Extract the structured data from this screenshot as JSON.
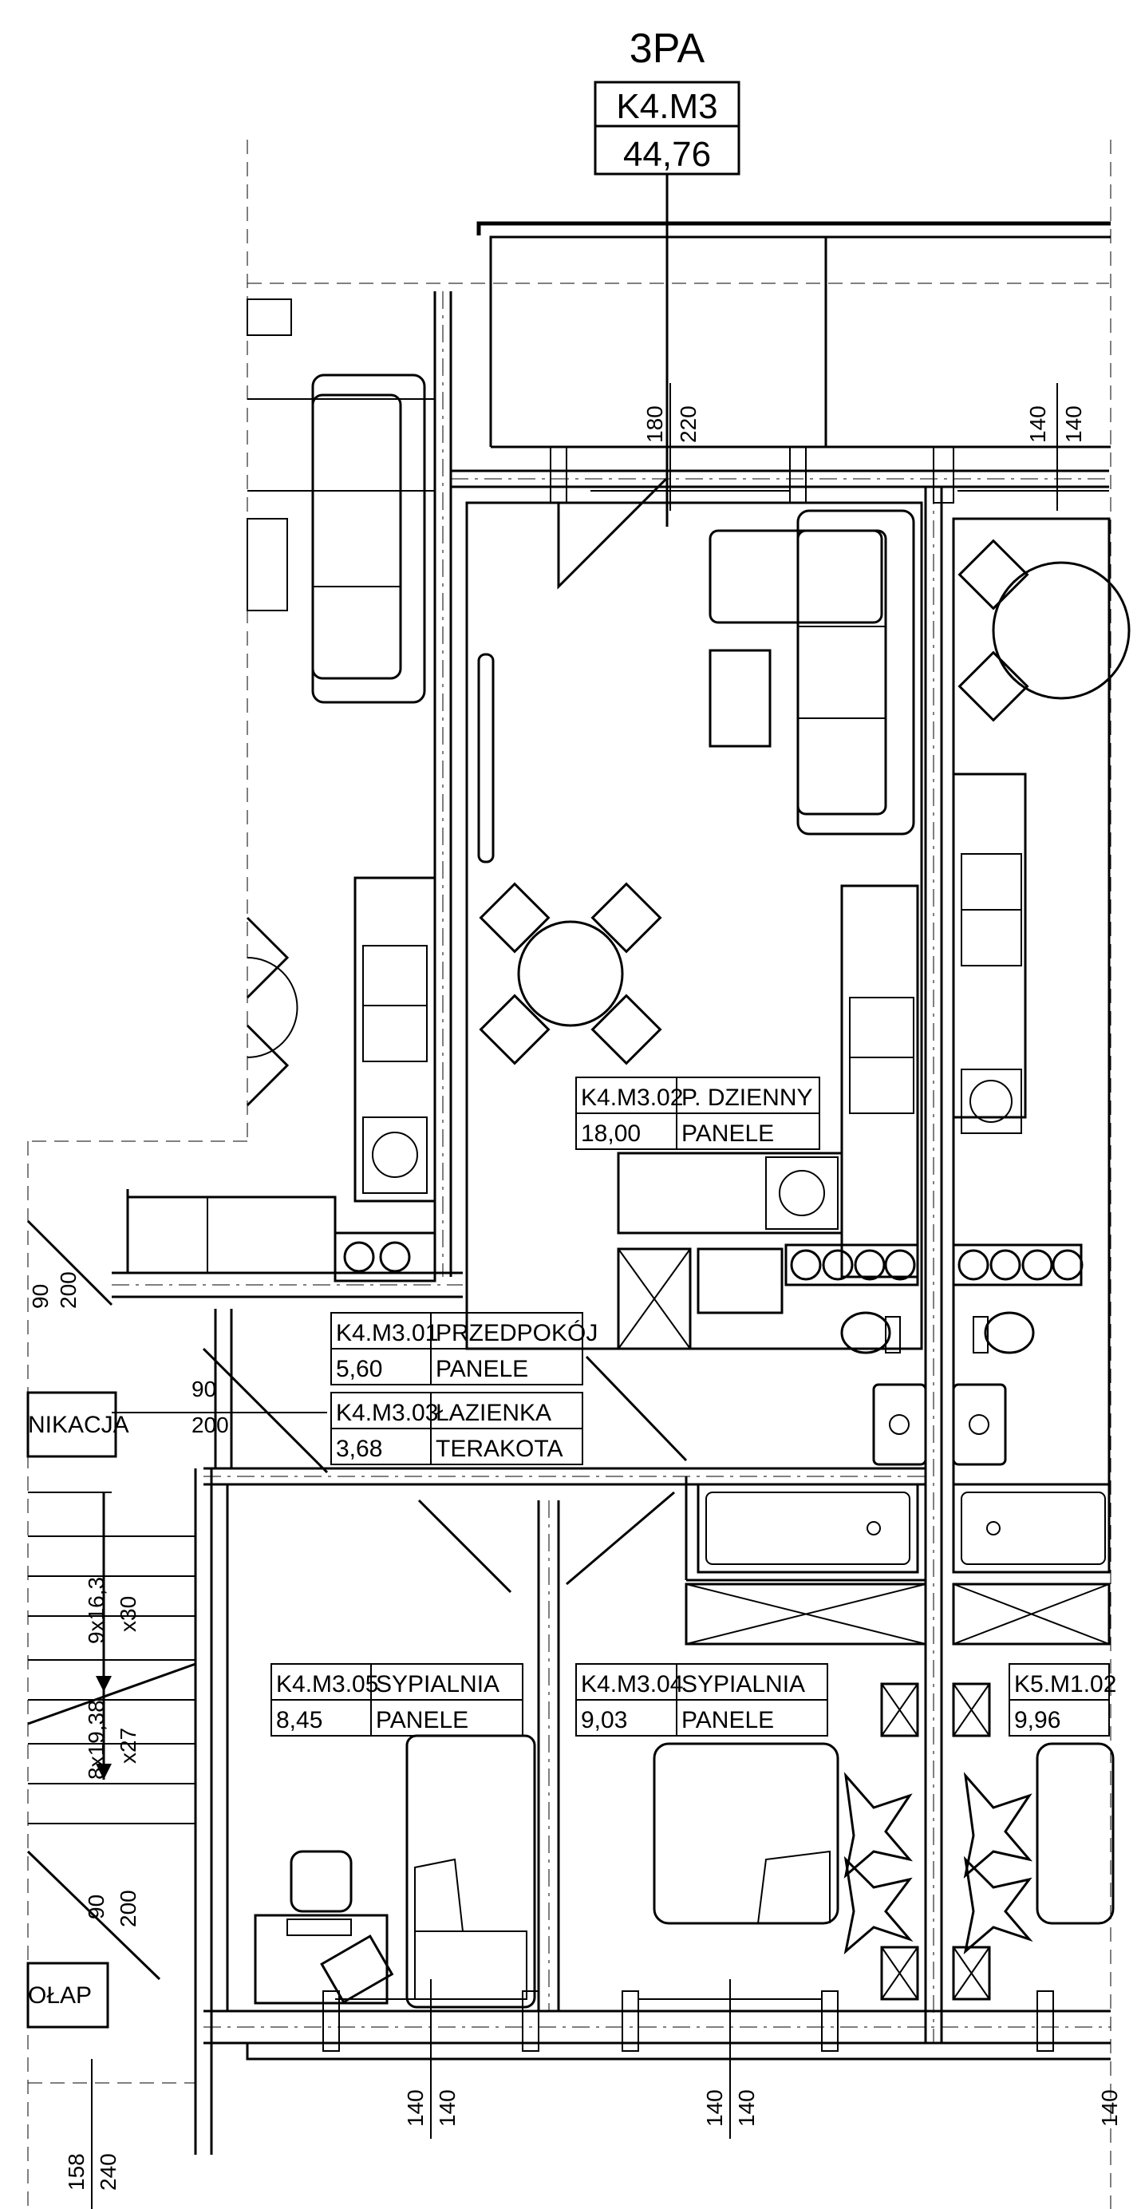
{
  "header": {
    "floor": "3PA",
    "unit_code": "K4.M3",
    "unit_area": "44,76"
  },
  "rooms": [
    {
      "code": "K4.M3.02",
      "name": "P. DZIENNY",
      "area": "18,00",
      "finish": "PANELE"
    },
    {
      "code": "K4.M3.01",
      "name": "PRZEDPOKÓJ",
      "area": "5,60",
      "finish": "PANELE"
    },
    {
      "code": "K4.M3.03",
      "name": "ŁAZIENKA",
      "area": "3,68",
      "finish": "TERAKOTA"
    },
    {
      "code": "K4.M3.05",
      "name": "SYPIALNIA",
      "area": "8,45",
      "finish": "PANELE"
    },
    {
      "code": "K4.M3.04",
      "name": "SYPIALNIA",
      "area": "9,03",
      "finish": "PANELE"
    },
    {
      "code": "K5.M1.02",
      "area": "9,96"
    }
  ],
  "side_labels": {
    "communication": "NIKACJA",
    "storage": "OŁAP"
  },
  "dimensions": {
    "top_window_a": [
      "180",
      "220"
    ],
    "top_window_b": [
      "140",
      "140"
    ],
    "left_door_a": [
      "90",
      "200"
    ],
    "left_door_b": [
      "90",
      "200"
    ],
    "stairs_a": [
      "9x16,3",
      "x30"
    ],
    "stairs_b": [
      "8x19,38",
      "x27"
    ],
    "storage_door": [
      "90",
      "200"
    ],
    "bottom_left": [
      "158",
      "240"
    ],
    "bottom_window_a": [
      "140",
      "140"
    ],
    "bottom_window_b": [
      "140",
      "140"
    ],
    "bottom_window_c": [
      "140"
    ]
  }
}
